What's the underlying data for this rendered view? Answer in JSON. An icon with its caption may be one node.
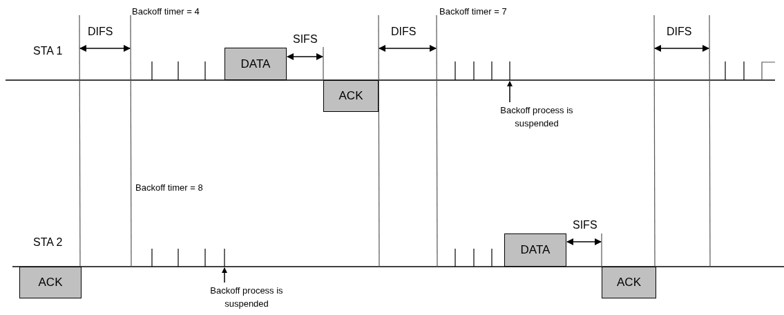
{
  "diagram": {
    "nodes": [
      {
        "text": [
          "DATA"
        ]
      },
      {
        "text": [
          "ACK"
        ]
      },
      {
        "text": [
          "Backoff process is suspended"
        ]
      },
      {
        "text": [
          "DATA"
        ]
      },
      {
        "text": [
          "ACK"
        ]
      },
      {
        "text": [
          "Backoff process is suspended"
        ]
      },
      {
        "text": [
          "ACK"
        ]
      }
    ],
    "edges": [
      {
        "from": 2,
        "to": null,
        "arrow": "to"
      },
      {
        "from": 5,
        "to": null,
        "arrow": "to"
      }
    ],
    "labels": [
      "Backoff timer = 4",
      "Backoff timer = 7",
      "DIFS",
      "DIFS",
      "DIFS",
      "SIFS",
      "STA 1",
      "Backoff timer = 8",
      "SIFS",
      "STA 2"
    ]
  }
}
